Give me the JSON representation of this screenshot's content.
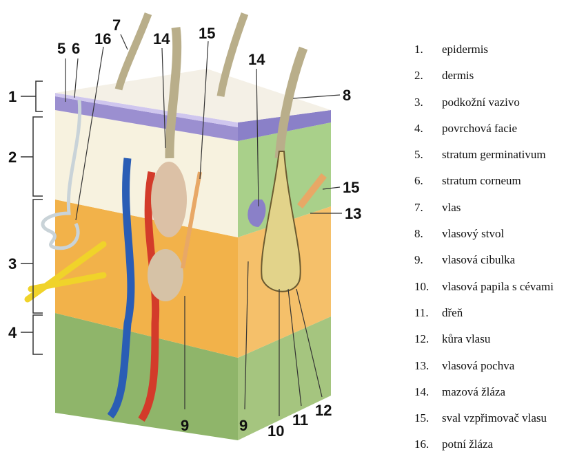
{
  "diagram": {
    "callouts": [
      "1",
      "2",
      "3",
      "4",
      "5",
      "6",
      "7",
      "8",
      "9",
      "10",
      "11",
      "12",
      "13",
      "14",
      "15",
      "16"
    ]
  },
  "legend": [
    {
      "number": "1.",
      "label": "epidermis"
    },
    {
      "number": "2.",
      "label": "dermis"
    },
    {
      "number": "3.",
      "label": "podkožní vazivo"
    },
    {
      "number": "4.",
      "label": "povrchová facie"
    },
    {
      "number": "5.",
      "label": "stratum germinativum"
    },
    {
      "number": "6.",
      "label": "stratum corneum"
    },
    {
      "number": "7.",
      "label": "vlas"
    },
    {
      "number": "8.",
      "label": "vlasový stvol"
    },
    {
      "number": "9.",
      "label": "vlasová cibulka"
    },
    {
      "number": "10.",
      "label": "vlasová papila s cévami"
    },
    {
      "number": "11.",
      "label": "dřeň"
    },
    {
      "number": "12.",
      "label": "kůra vlasu"
    },
    {
      "number": "13.",
      "label": "vlasová pochva"
    },
    {
      "number": "14.",
      "label": "mazová žláza"
    },
    {
      "number": "15.",
      "label": "sval vzpřimovač vlasu"
    },
    {
      "number": "16.",
      "label": "potní žláza"
    }
  ]
}
